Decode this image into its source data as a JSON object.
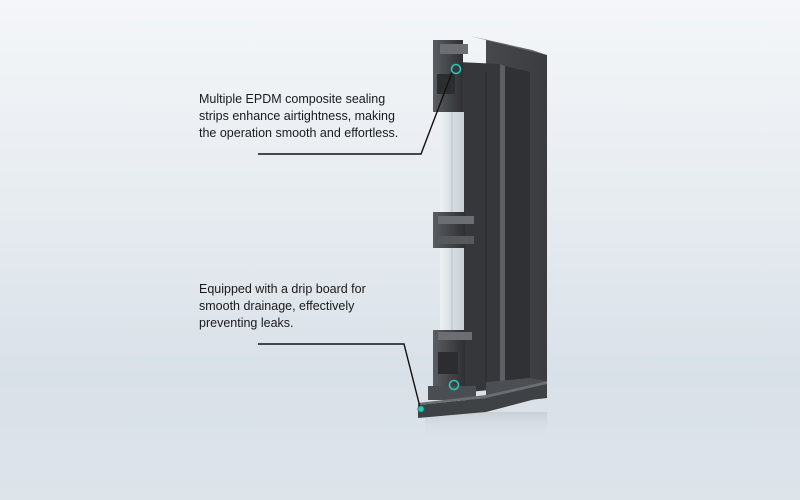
{
  "callouts": {
    "sealing": {
      "lines": [
        "Multiple EPDM composite sealing",
        "strips enhance airtightness, making",
        "the operation smooth and effortless."
      ]
    },
    "drip": {
      "lines": [
        "Equipped with a drip board for",
        "smooth drainage, effectively",
        "preventing leaks."
      ]
    }
  },
  "colors": {
    "profile": "#3d3f42",
    "profile_shadow": "#26282a",
    "glass": "#dfe5ea",
    "marker": "#2ec4b6",
    "leader_line": "#111111"
  }
}
